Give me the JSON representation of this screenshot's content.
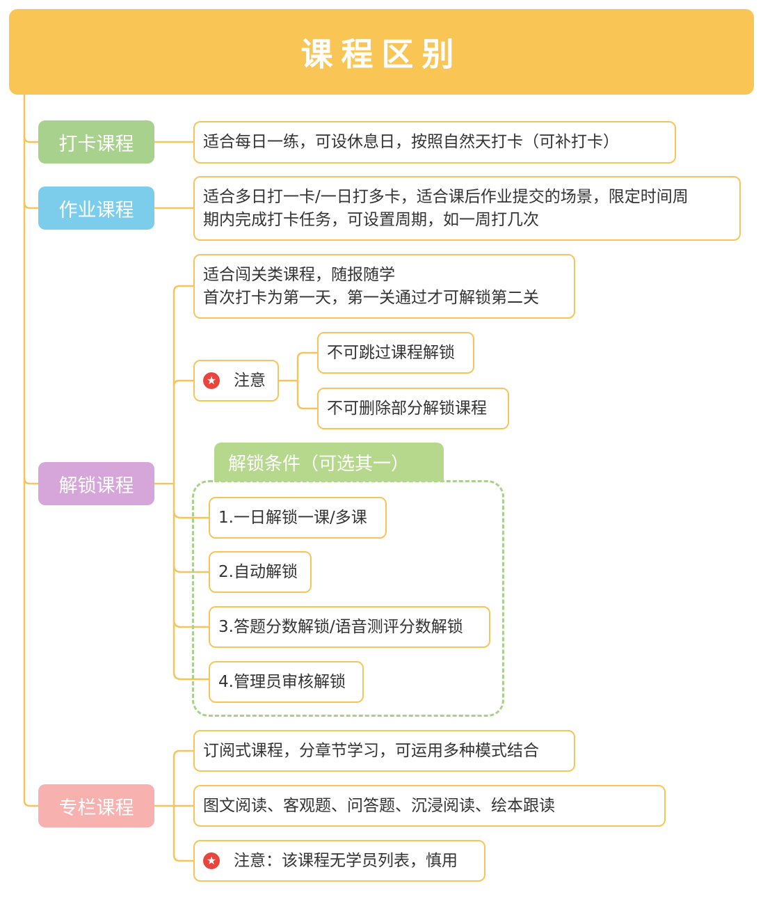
{
  "title": "课程区别",
  "colors": {
    "header": "#F9C656",
    "connector": "#F6C45A",
    "checkin": "#A9D18E",
    "homework": "#7CCDEB",
    "unlock": "#D6A5D9",
    "column": "#F7B2AF",
    "condition_group": "#B5D88C",
    "star": "#E8453C"
  },
  "categories": [
    {
      "id": "checkin",
      "label": "打卡课程",
      "icon": null
    },
    {
      "id": "homework",
      "label": "作业课程"
    },
    {
      "id": "unlock",
      "label": "解锁课程"
    },
    {
      "id": "column",
      "label": "专栏课程"
    }
  ],
  "checkin": {
    "desc": "适合每日一练，可设休息日，按照自然天打卡（可补打卡）"
  },
  "homework": {
    "desc_line1": "适合多日打一卡/一日打多卡，适合课后作业提交的场景，限定时间周",
    "desc_line2": "期内完成打卡任务，可设置周期，如一周打几次"
  },
  "unlock": {
    "desc_line1": "适合闯关类课程，随报随学",
    "desc_line2": "首次打卡为第一天，第一关通过才可解锁第二关",
    "note": {
      "icon": "star-icon",
      "label": "注意",
      "items": [
        "不可跳过课程解锁",
        "不可删除部分解锁课程"
      ]
    },
    "conditions": {
      "title": "解锁条件（可选其一）",
      "items": [
        "1.一日解锁一课/多课",
        "2.自动解锁",
        "3.答题分数解锁/语音测评分数解锁",
        "4.管理员审核解锁"
      ]
    }
  },
  "column": {
    "items": [
      "订阅式课程，分章节学习，可运用多种模式结合",
      "图文阅读、客观题、问答题、沉浸阅读、绘本跟读",
      "注意：该课程无学员列表，慎用"
    ],
    "note_icon": "star-icon"
  }
}
